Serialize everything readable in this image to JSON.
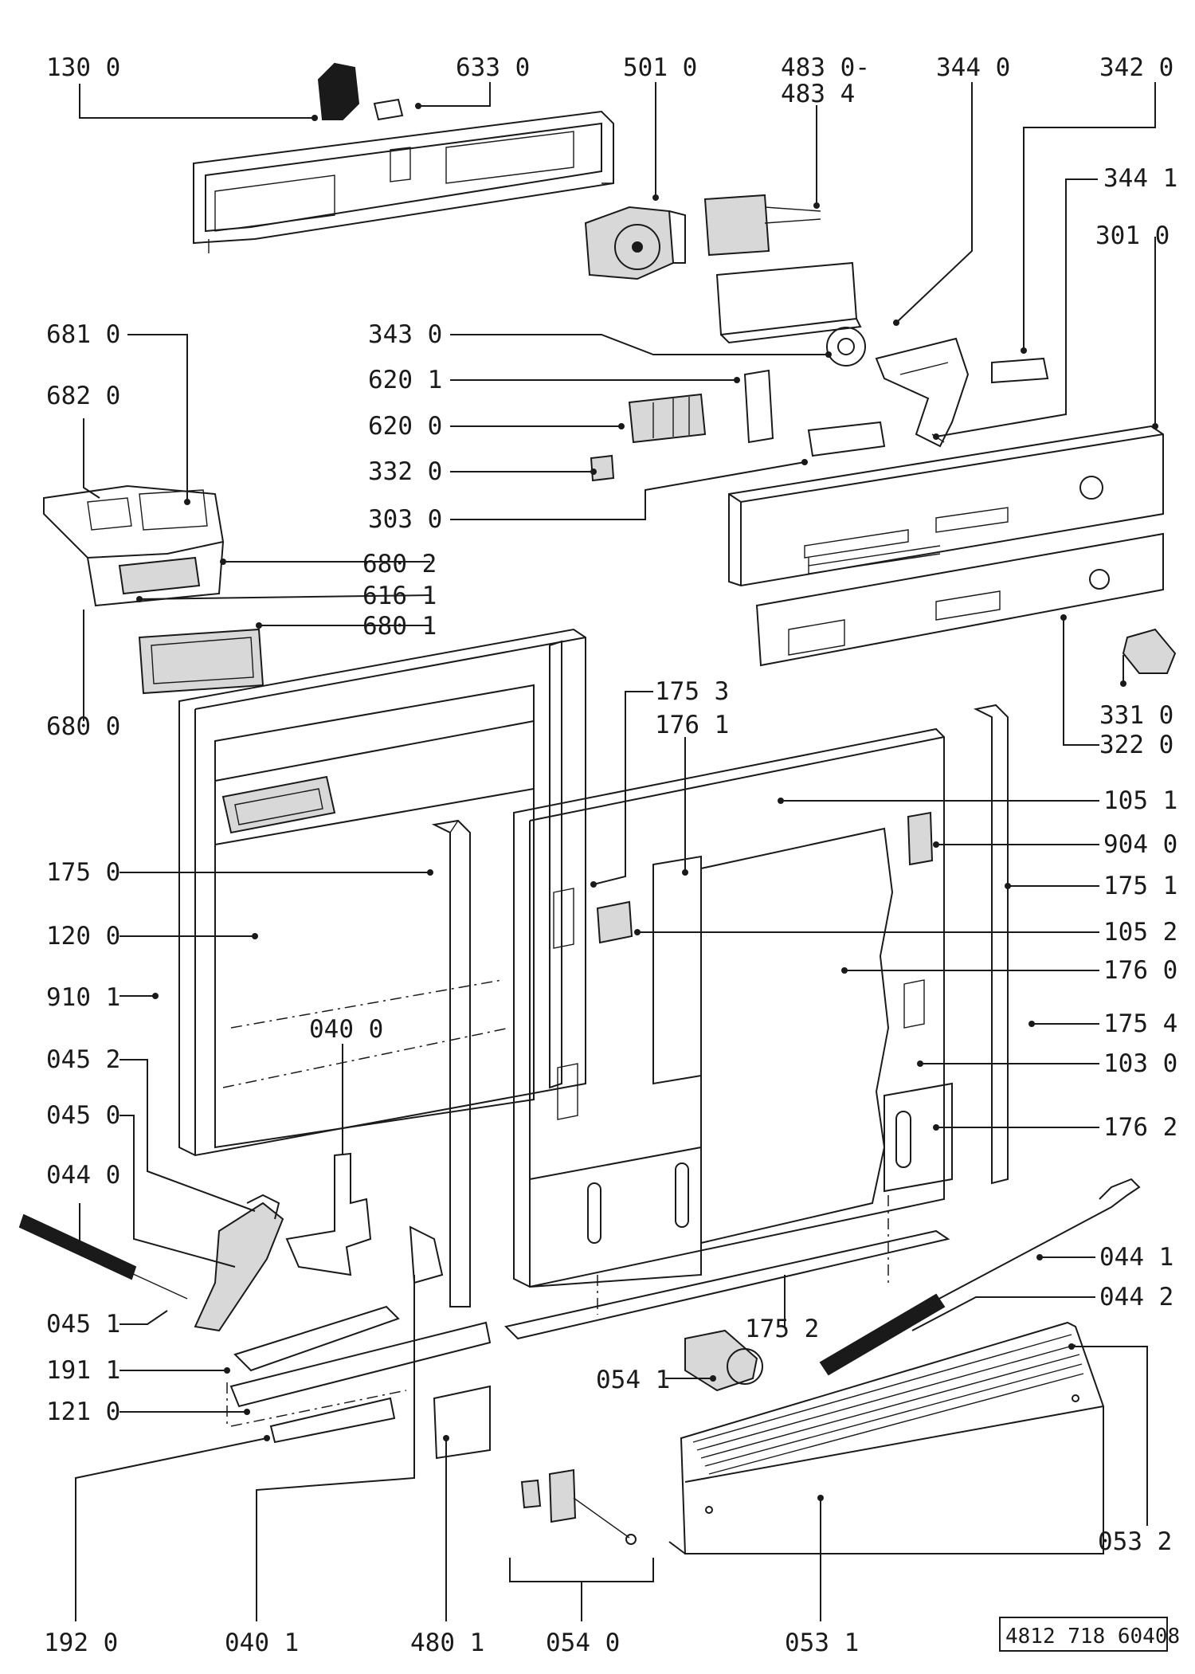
{
  "document_code": "4812 718 60408",
  "callouts": [
    {
      "id": "130",
      "text": "130  0"
    },
    {
      "id": "633",
      "text": "633  0"
    },
    {
      "id": "501",
      "text": "501  0"
    },
    {
      "id": "483a",
      "text": "483  0-"
    },
    {
      "id": "483b",
      "text": "483  4"
    },
    {
      "id": "344",
      "text": "344  0"
    },
    {
      "id": "342",
      "text": "342  0"
    },
    {
      "id": "3441",
      "text": "344  1"
    },
    {
      "id": "301",
      "text": "301  0"
    },
    {
      "id": "681",
      "text": "681  0"
    },
    {
      "id": "682",
      "text": "682  0"
    },
    {
      "id": "343",
      "text": "343  0"
    },
    {
      "id": "6201",
      "text": "620  1"
    },
    {
      "id": "620",
      "text": "620  0"
    },
    {
      "id": "332",
      "text": "332  0"
    },
    {
      "id": "303",
      "text": "303  0"
    },
    {
      "id": "6802",
      "text": "680  2"
    },
    {
      "id": "6161",
      "text": "616  1"
    },
    {
      "id": "6801",
      "text": "680  1"
    },
    {
      "id": "680",
      "text": "680  0"
    },
    {
      "id": "1753",
      "text": "175  3"
    },
    {
      "id": "1761",
      "text": "176  1"
    },
    {
      "id": "331",
      "text": "331  0"
    },
    {
      "id": "322",
      "text": "322  0"
    },
    {
      "id": "1051",
      "text": "105  1"
    },
    {
      "id": "175",
      "text": "175  0"
    },
    {
      "id": "904",
      "text": "904  0"
    },
    {
      "id": "1751",
      "text": "175  1"
    },
    {
      "id": "120",
      "text": "120  0"
    },
    {
      "id": "1052",
      "text": "105  2"
    },
    {
      "id": "176",
      "text": "176  0"
    },
    {
      "id": "9101",
      "text": "910  1"
    },
    {
      "id": "040",
      "text": "040  0"
    },
    {
      "id": "1754",
      "text": "175  4"
    },
    {
      "id": "0452",
      "text": "045  2"
    },
    {
      "id": "103",
      "text": "103  0"
    },
    {
      "id": "045",
      "text": "045  0"
    },
    {
      "id": "1762",
      "text": "176  2"
    },
    {
      "id": "044",
      "text": "044  0"
    },
    {
      "id": "0441",
      "text": "044  1"
    },
    {
      "id": "0451",
      "text": "045  1"
    },
    {
      "id": "1752",
      "text": "175  2"
    },
    {
      "id": "0442",
      "text": "044  2"
    },
    {
      "id": "1911",
      "text": "191  1"
    },
    {
      "id": "0541",
      "text": "054  1"
    },
    {
      "id": "121",
      "text": "121  0"
    },
    {
      "id": "0532",
      "text": "053  2"
    },
    {
      "id": "192",
      "text": "192  0"
    },
    {
      "id": "0401",
      "text": "040  1"
    },
    {
      "id": "4801",
      "text": "480  1"
    },
    {
      "id": "054",
      "text": "054  0"
    },
    {
      "id": "0531",
      "text": "053  1"
    }
  ]
}
